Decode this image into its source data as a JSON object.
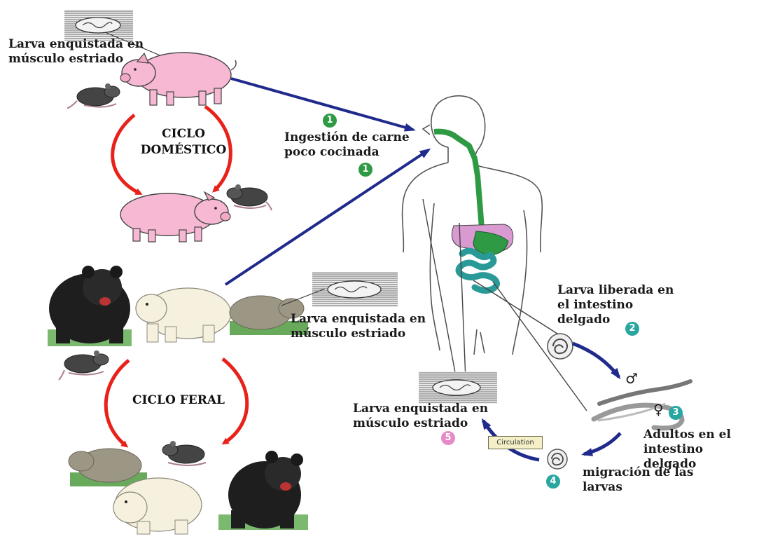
{
  "labels": {
    "larva_muscle_top": "Larva enquistada en\nmúsculo estriado",
    "ciclo_domestico": "CICLO\nDOMÉSTICO",
    "ingestion": "Ingestión de carne\npoco cocinada",
    "larva_muscle_mid": "Larva enquistada en\nmúsculo estriado",
    "ciclo_feral": "CICLO FERAL",
    "larva_liberada": "Larva liberada en\nel intestino\ndelgado",
    "adultos": "Adultos en el\nintestino delgado",
    "migracion": "migración de las\nlarvas",
    "larva_muscle_bottom": "Larva enquistada en\nmúsculo estriado",
    "circulation": "Circulation"
  },
  "steps": {
    "s1a": "1",
    "s1b": "1",
    "s2": "2",
    "s3": "3",
    "s4": "4",
    "s5": "5"
  },
  "symbols": {
    "male": "♂",
    "female": "♀"
  },
  "colors": {
    "cycle_arrow": "#e8221b",
    "transmission_arrow": "#1f2a8c",
    "step_green": "#2e9a44",
    "step_teal": "#2aa6a0",
    "step_pink": "#e58ac8",
    "pig": "#f7b8d4",
    "digestive_green": "#2e9a44",
    "intestine_teal": "#2a9a98",
    "liver_pink": "#d89ad0"
  },
  "icons": [
    "pig-icon",
    "rat-icon",
    "black-bear-icon",
    "polar-bear-icon",
    "boar-icon",
    "human-body-icon",
    "muscle-tissue-icon",
    "larva-coil-icon",
    "adult-worm-icon"
  ]
}
